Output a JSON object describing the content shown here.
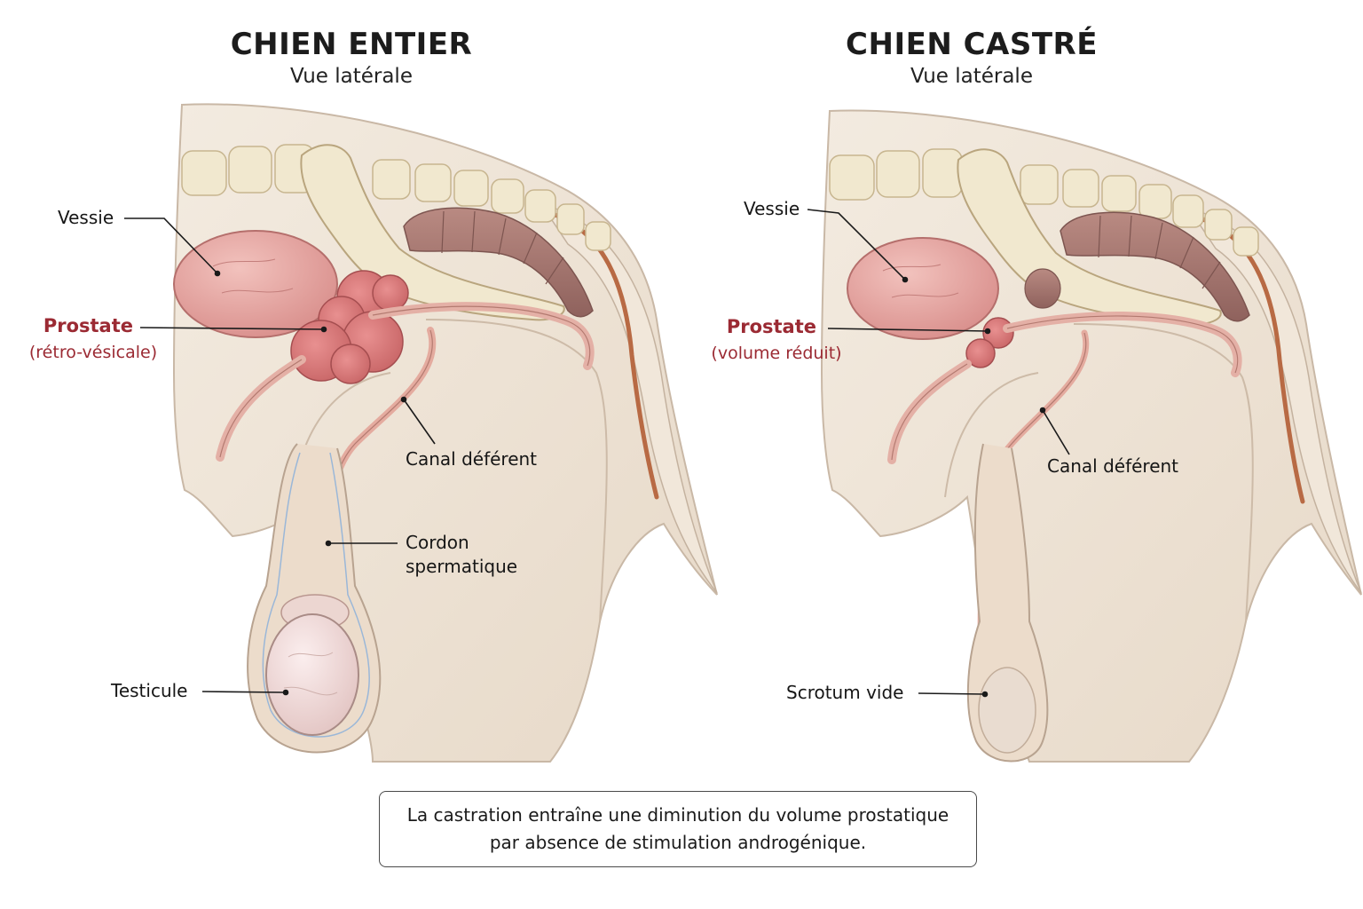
{
  "left_panel": {
    "title": "CHIEN ENTIER",
    "subtitle": "Vue latérale",
    "labels": {
      "bladder": "Vessie",
      "prostate": "Prostate",
      "prostate_note": "(rétro-vésicale)",
      "vas_deferens": "Canal déférent",
      "spermatic_cord_line1": "Cordon",
      "spermatic_cord_line2": "spermatique",
      "testicle": "Testicule"
    }
  },
  "right_panel": {
    "title": "CHIEN CASTRÉ",
    "subtitle": "Vue latérale",
    "labels": {
      "bladder": "Vessie",
      "prostate": "Prostate",
      "prostate_note": "(volume réduit)",
      "vas_deferens": "Canal déférent",
      "scrotum": "Scrotum vide"
    }
  },
  "note": {
    "line1": "La castration entraîne une diminution du volume prostatique",
    "line2": "par absence de stimulation androgénique."
  },
  "colors": {
    "skin": "#efe4d6",
    "skin_outline": "#b8a898",
    "bone": "#f1e8cf",
    "bladder": "#e3a3a0",
    "prostate": "#d9787a",
    "colon": "#b07f78",
    "vessel": "#e2a8a0",
    "accent_text": "#9b2a33"
  }
}
